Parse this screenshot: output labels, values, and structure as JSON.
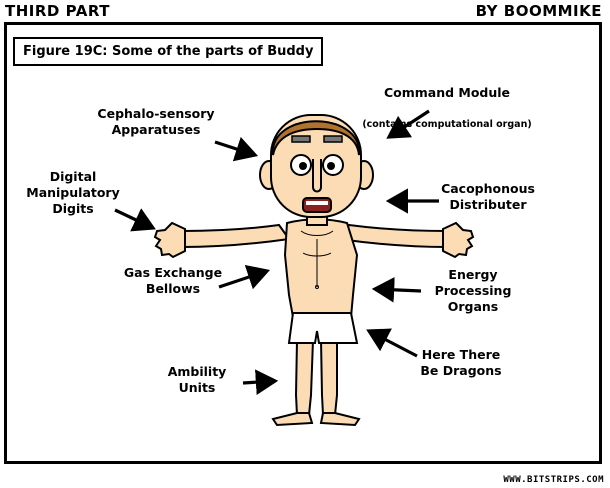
{
  "header": {
    "left": "THIRD PART",
    "right": "BY BOOMMIKE"
  },
  "caption": "Figure 19C: Some of the parts of Buddy",
  "labels": {
    "command_module": "Command Module",
    "command_module_sub": "(contains computational organ)",
    "cephalo": "Cephalo-sensory\nApparatuses",
    "digital": "Digital\nManipulatory\nDigits",
    "cacophonous": "Cacophonous\nDistributer",
    "gas": "Gas Exchange\nBellows",
    "energy": "Energy\nProcessing\nOrgans",
    "dragons": "Here There\nBe Dragons",
    "ambility": "Ambility\nUnits"
  },
  "footer": "WWW.BITSTRIPS.COM",
  "colors": {
    "skin": "#fbdcb4",
    "hair": "#b0722e",
    "outline": "#000000",
    "mouth": "#8b2020"
  }
}
